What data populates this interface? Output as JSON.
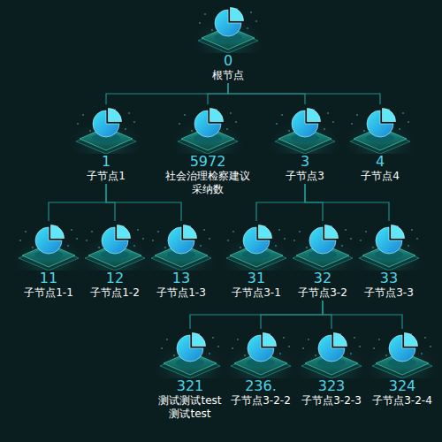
{
  "diagram": {
    "nodes": [
      {
        "text": [
          "0",
          "根节点"
        ]
      },
      {
        "text": [
          "1",
          "子节点1"
        ]
      },
      {
        "text": [
          "5972",
          "社会治理检察建议采纳数"
        ]
      },
      {
        "text": [
          "3",
          "子节点3"
        ]
      },
      {
        "text": [
          "4",
          "子节点4"
        ]
      },
      {
        "text": [
          "11",
          "子节点1-1"
        ]
      },
      {
        "text": [
          "12",
          "子节点1-2"
        ]
      },
      {
        "text": [
          "13",
          "子节点1-3"
        ]
      },
      {
        "text": [
          "31",
          "子节点3-1"
        ]
      },
      {
        "text": [
          "32",
          "子节点3-2"
        ]
      },
      {
        "text": [
          "33",
          "子节点3-3"
        ]
      },
      {
        "text": [
          "321",
          "测试测试test测试test"
        ]
      },
      {
        "text": [
          "236.",
          "子节点3-2-2"
        ]
      },
      {
        "text": [
          "323",
          "子节点3-2-3"
        ]
      },
      {
        "text": [
          "324",
          "子节点3-2-4"
        ]
      }
    ],
    "edges": [
      {
        "from": 0,
        "to": 1,
        "arrow": "none"
      },
      {
        "from": 0,
        "to": 2,
        "arrow": "none"
      },
      {
        "from": 0,
        "to": 3,
        "arrow": "none"
      },
      {
        "from": 0,
        "to": 4,
        "arrow": "none"
      },
      {
        "from": 1,
        "to": 5,
        "arrow": "none"
      },
      {
        "from": 1,
        "to": 6,
        "arrow": "none"
      },
      {
        "from": 1,
        "to": 7,
        "arrow": "none"
      },
      {
        "from": 3,
        "to": 8,
        "arrow": "none"
      },
      {
        "from": 3,
        "to": 9,
        "arrow": "none"
      },
      {
        "from": 3,
        "to": 10,
        "arrow": "none"
      },
      {
        "from": 9,
        "to": 11,
        "arrow": "none"
      },
      {
        "from": 9,
        "to": 12,
        "arrow": "none"
      },
      {
        "from": 9,
        "to": 13,
        "arrow": "none"
      },
      {
        "from": 9,
        "to": 14,
        "arrow": "none"
      }
    ]
  }
}
